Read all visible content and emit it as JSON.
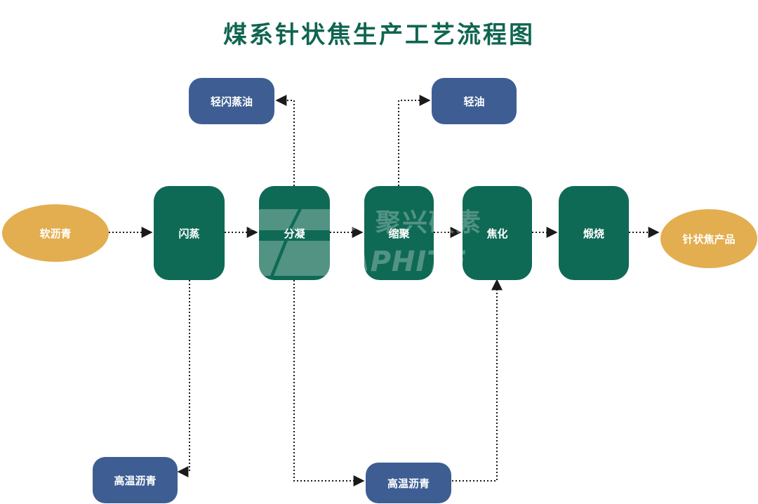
{
  "title": "煤系针状焦生产工艺流程图",
  "nodes": {
    "soft_pitch": "软沥青",
    "flash": "闪蒸",
    "light_flash_oil": "轻闪蒸油",
    "fractionation": "分凝",
    "light_oil": "轻油",
    "condensation": "缩聚",
    "coking": "焦化",
    "calcination": "煅烧",
    "product": "针状焦产品",
    "high_temp_pitch_1": "高温沥青",
    "high_temp_pitch_2": "高温沥青"
  },
  "watermark": {
    "cn": "聚兴碳素",
    "en": "GRAPHITE"
  },
  "colors": {
    "title": "#106551",
    "process": "#0f6a55",
    "byproduct": "#3e5e93",
    "input_output": "#e3ae50",
    "arrow": "#1a1a1a"
  }
}
